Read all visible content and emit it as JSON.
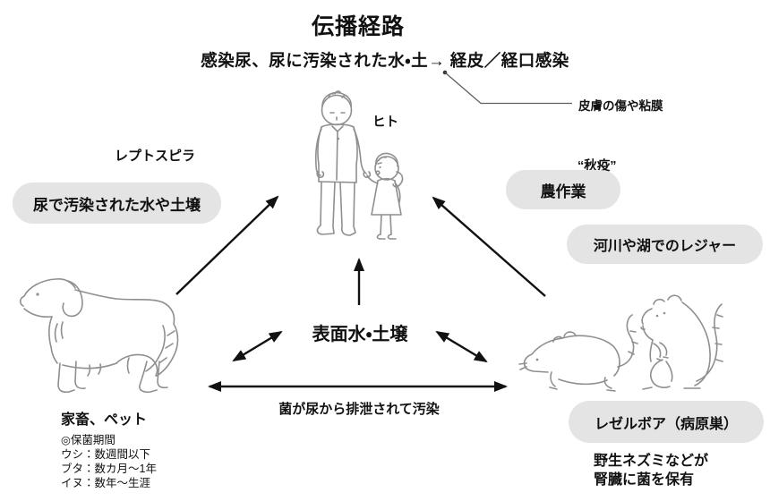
{
  "title": "伝播経路",
  "subtitle": "感染尿、尿に汚染された水・土→ 経皮／経口感染",
  "annotation": {
    "skin_note": "皮膚の傷や粘膜"
  },
  "nodes": {
    "human_label": "ヒト",
    "surface_label": "表面水・土壌",
    "excretion_label": "菌が尿から排泄されて汚染"
  },
  "left": {
    "pathogen_label": "レプトスピラ",
    "exposure_badge": "尿で汚染された水や土壌",
    "animals_label": "家畜、ペット",
    "carrier_heading": "◎保菌期間",
    "carrier_items": [
      "ウシ：数週間以下",
      "ブタ：数カ月〜1年",
      "イヌ：数年〜生涯"
    ]
  },
  "right": {
    "disease_label": "“秋疫”",
    "farming_badge": "農作業",
    "leisure_badge": "河川や湖でのレジャー",
    "reservoir_badge": "レゼルボア（病原巣）",
    "reservoir_note_line1": "野生ネズミなどが",
    "reservoir_note_line2": "腎臓に菌を保有"
  },
  "colors": {
    "badge_bg": "#e4e4e4",
    "arrow": "#111111",
    "line_art": "#8f8f8f",
    "text": "#111111"
  }
}
